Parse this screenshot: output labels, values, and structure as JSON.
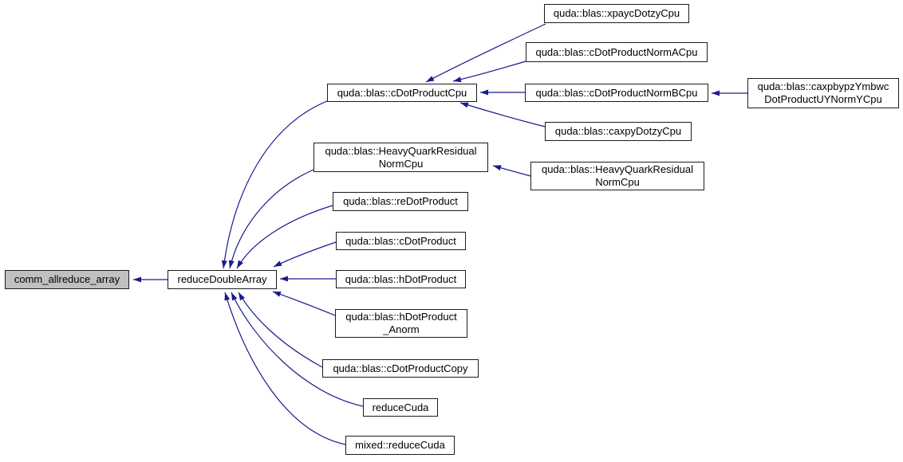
{
  "diagram": {
    "type": "call-graph",
    "colors": {
      "edge": "#1a1a8f",
      "node_border": "#1c1c1c",
      "node_fill": "#ffffff",
      "highlight_fill": "#c0c0c0",
      "text": "#000000",
      "background": "#ffffff"
    },
    "nodes": [
      {
        "id": "comm_allreduce_array",
        "label": "comm_allreduce_array",
        "highlighted": true
      },
      {
        "id": "reduceDoubleArray",
        "label": "reduceDoubleArray",
        "highlighted": false
      },
      {
        "id": "cDotProductCpu",
        "label": "quda::blas::cDotProductCpu",
        "highlighted": false
      },
      {
        "id": "HeavyQuarkResidualNormCpu",
        "label": "quda::blas::HeavyQuarkResidual\nNormCpu",
        "highlighted": false
      },
      {
        "id": "reDotProduct",
        "label": "quda::blas::reDotProduct",
        "highlighted": false
      },
      {
        "id": "cDotProduct",
        "label": "quda::blas::cDotProduct",
        "highlighted": false
      },
      {
        "id": "hDotProduct",
        "label": "quda::blas::hDotProduct",
        "highlighted": false
      },
      {
        "id": "hDotProduct_Anorm",
        "label": "quda::blas::hDotProduct\n_Anorm",
        "highlighted": false
      },
      {
        "id": "cDotProductCopy",
        "label": "quda::blas::cDotProductCopy",
        "highlighted": false
      },
      {
        "id": "reduceCuda",
        "label": "reduceCuda",
        "highlighted": false
      },
      {
        "id": "mixed_reduceCuda",
        "label": "mixed::reduceCuda",
        "highlighted": false
      },
      {
        "id": "xpaycDotzyCpu",
        "label": "quda::blas::xpaycDotzyCpu",
        "highlighted": false
      },
      {
        "id": "cDotProductNormACpu",
        "label": "quda::blas::cDotProductNormACpu",
        "highlighted": false
      },
      {
        "id": "cDotProductNormBCpu",
        "label": "quda::blas::cDotProductNormBCpu",
        "highlighted": false
      },
      {
        "id": "caxpyDotzyCpu",
        "label": "quda::blas::caxpyDotzyCpu",
        "highlighted": false
      },
      {
        "id": "HeavyQuarkResidualNormCpu_caller",
        "label": "quda::blas::HeavyQuarkResidual\nNormCpu",
        "highlighted": false
      },
      {
        "id": "caxpbypzYmbwcDotProductUYNormYCpu",
        "label": "quda::blas::caxpbypzYmbwc\nDotProductUYNormYCpu",
        "highlighted": false
      }
    ],
    "edges": [
      {
        "from": "reduceDoubleArray",
        "to": "comm_allreduce_array"
      },
      {
        "from": "cDotProductCpu",
        "to": "reduceDoubleArray"
      },
      {
        "from": "HeavyQuarkResidualNormCpu",
        "to": "reduceDoubleArray"
      },
      {
        "from": "reDotProduct",
        "to": "reduceDoubleArray"
      },
      {
        "from": "cDotProduct",
        "to": "reduceDoubleArray"
      },
      {
        "from": "hDotProduct",
        "to": "reduceDoubleArray"
      },
      {
        "from": "hDotProduct_Anorm",
        "to": "reduceDoubleArray"
      },
      {
        "from": "cDotProductCopy",
        "to": "reduceDoubleArray"
      },
      {
        "from": "reduceCuda",
        "to": "reduceDoubleArray"
      },
      {
        "from": "mixed_reduceCuda",
        "to": "reduceDoubleArray"
      },
      {
        "from": "xpaycDotzyCpu",
        "to": "cDotProductCpu"
      },
      {
        "from": "cDotProductNormACpu",
        "to": "cDotProductCpu"
      },
      {
        "from": "cDotProductNormBCpu",
        "to": "cDotProductCpu"
      },
      {
        "from": "caxpyDotzyCpu",
        "to": "cDotProductCpu"
      },
      {
        "from": "HeavyQuarkResidualNormCpu_caller",
        "to": "HeavyQuarkResidualNormCpu"
      },
      {
        "from": "caxpbypzYmbwcDotProductUYNormYCpu",
        "to": "cDotProductNormBCpu"
      }
    ]
  }
}
